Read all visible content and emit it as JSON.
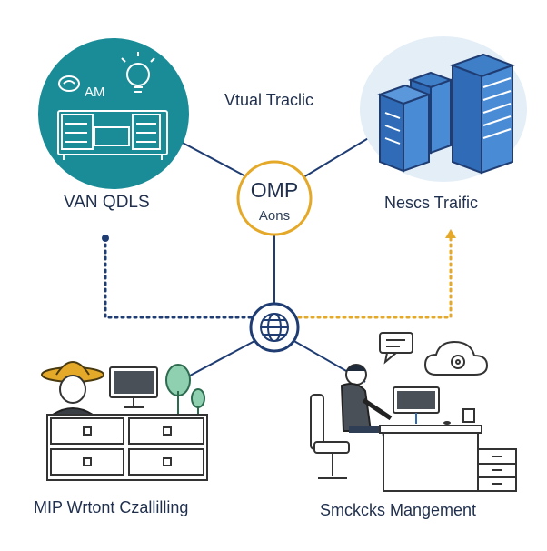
{
  "diagram": {
    "center": {
      "title": "OMP",
      "subtitle": "Aons"
    },
    "labels": {
      "virtual_traffic": "Vtual Traclic",
      "van_qdls": "VAN QDLS",
      "nescs_traffic": "Nescs Traific",
      "mip_label": "MIP Wrtont Czallilling",
      "smckcks_label": "Smckcks Mangement"
    },
    "badge_text": "AM",
    "icons": [
      "lightbulb-icon",
      "server-rack-icon",
      "globe-icon",
      "chat-bubble-icon",
      "cloud-gear-icon",
      "person-hat-icon",
      "person-desk-icon",
      "monitor-icon",
      "tree-icon",
      "filing-cabinet-icon"
    ],
    "colors": {
      "teal": "#1a8c97",
      "navy": "#1f3d73",
      "gold": "#e5a92a",
      "blue": "#2f6bb6",
      "grey": "#4a5058"
    }
  }
}
